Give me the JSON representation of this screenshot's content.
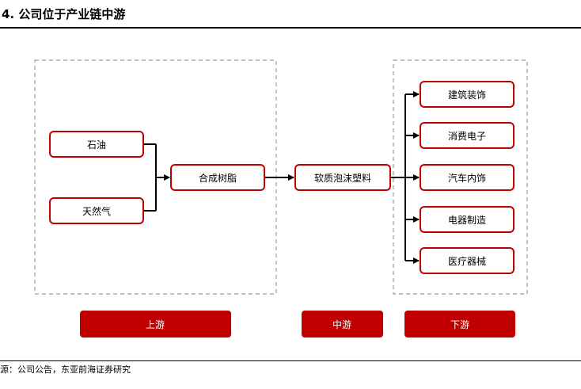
{
  "title": "4.  公司位于产业链中游",
  "upstream": {
    "raw_materials": [
      "石油",
      "天然气"
    ],
    "intermediate": "合成树脂"
  },
  "midstream": {
    "product": "软质泡沫塑料"
  },
  "downstream": {
    "applications": [
      "建筑装饰",
      "消费电子",
      "汽车内饰",
      "电器制造",
      "医疗器械"
    ]
  },
  "stages": [
    "上游",
    "中游",
    "下游"
  ],
  "source": "源：公司公告，东亚前海证券研究",
  "colors": {
    "accent": "#c00000",
    "box_border": "#c00000",
    "dashed_border": "#9a9a9a",
    "arrow": "#000000"
  }
}
